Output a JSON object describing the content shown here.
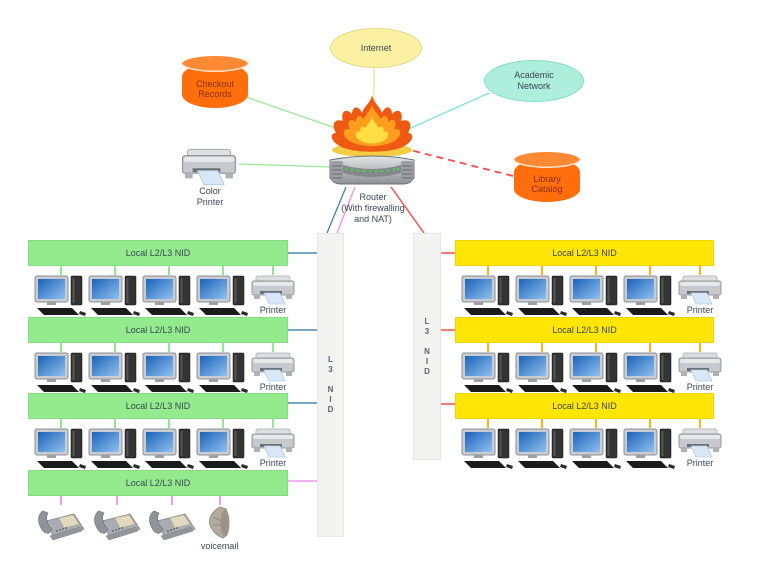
{
  "colors": {
    "green_bar": "#93EB8E",
    "yellow_bar": "#FFE606",
    "vbar_fill": "#F3F3F2",
    "internet_fill": "#FAF2A2",
    "internet_border": "#E6DA83",
    "academic_fill": "#ADEFDB",
    "academic_border": "#82DFC4",
    "cylinder_fill": "#FF6E0C",
    "cylinder_top": "#FF8A33",
    "cylinder_label_color": "#8B3000",
    "label_color": "#3A4656",
    "line_green": "#97E897",
    "line_aqua": "#7DE8CE",
    "line_yellow": "#F2E392",
    "line_blue": "#4E86B4",
    "line_pink": "#F095EC",
    "line_red": "#FF4B4B",
    "stub_green": "#90E890",
    "stub_pink": "#F79BE4",
    "stub_orange": "#FFB30F"
  },
  "top": {
    "internet_label": "Internet",
    "academic_label": "Academic\nNetwork",
    "checkout_label": "Checkout\nRecords",
    "library_label": "Library\nCatalog",
    "color_printer_label": "Color\nPrinter",
    "router_label": "Router\n(With firewalling\nand NAT)"
  },
  "left_nid_label": "L\n3\n\nN\nI\nD",
  "right_nid_label": "L\n3\n\nN\nI\nD",
  "left_networks": [
    {
      "bar_label": "Local L2/L3 NID",
      "devices": [
        {
          "type": "computer"
        },
        {
          "type": "computer"
        },
        {
          "type": "computer"
        },
        {
          "type": "computer"
        },
        {
          "type": "printer",
          "label": "Printer"
        }
      ]
    },
    {
      "bar_label": "Local L2/L3 NID",
      "devices": [
        {
          "type": "computer"
        },
        {
          "type": "computer"
        },
        {
          "type": "computer"
        },
        {
          "type": "computer"
        },
        {
          "type": "printer",
          "label": "Printer"
        }
      ]
    },
    {
      "bar_label": "Local L2/L3 NID",
      "devices": [
        {
          "type": "computer"
        },
        {
          "type": "computer"
        },
        {
          "type": "computer"
        },
        {
          "type": "computer"
        },
        {
          "type": "printer",
          "label": "Printer"
        }
      ]
    },
    {
      "bar_label": "Local L2/L3 NID",
      "devices": [
        {
          "type": "phone"
        },
        {
          "type": "phone"
        },
        {
          "type": "phone"
        },
        {
          "type": "voicemail",
          "label": "voicemail"
        },
        {
          "type": "empty"
        }
      ]
    }
  ],
  "right_networks": [
    {
      "bar_label": "Local L2/L3 NID",
      "devices": [
        {
          "type": "computer"
        },
        {
          "type": "computer"
        },
        {
          "type": "computer"
        },
        {
          "type": "computer"
        },
        {
          "type": "printer",
          "label": "Printer"
        }
      ]
    },
    {
      "bar_label": "Local L2/L3 NID",
      "devices": [
        {
          "type": "computer"
        },
        {
          "type": "computer"
        },
        {
          "type": "computer"
        },
        {
          "type": "computer"
        },
        {
          "type": "printer",
          "label": "Printer"
        }
      ]
    },
    {
      "bar_label": "Local L2/L3 NID",
      "devices": [
        {
          "type": "computer"
        },
        {
          "type": "computer"
        },
        {
          "type": "computer"
        },
        {
          "type": "computer"
        },
        {
          "type": "printer",
          "label": "Printer"
        }
      ]
    }
  ]
}
